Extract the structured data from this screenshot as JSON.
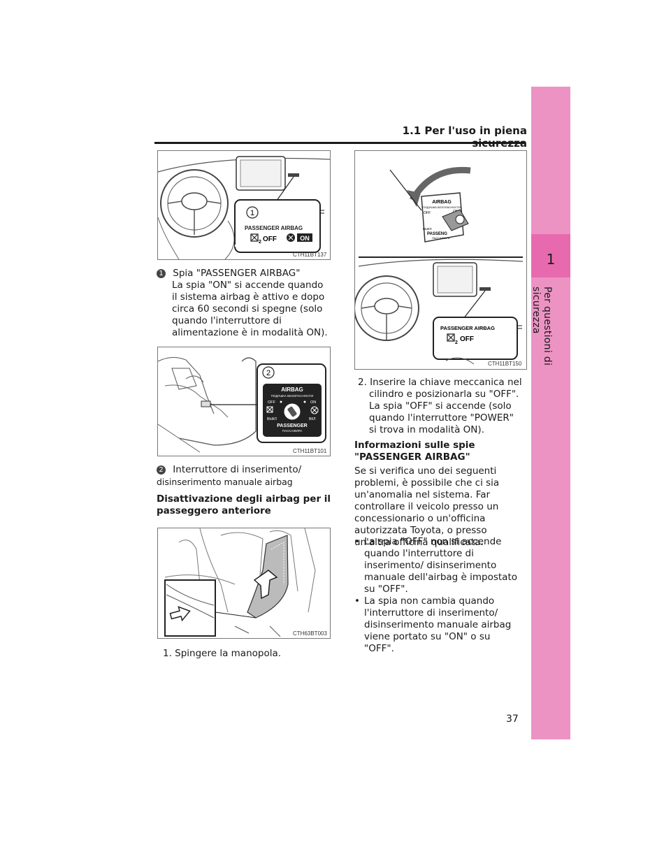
{
  "header": {
    "section": "1.1  Per l'uso in piena sicurezza"
  },
  "side_tab": {
    "chapter_number": "1",
    "chapter_title": "Per questioni di sicurezza"
  },
  "figures": {
    "fig1": {
      "code": "CTH11BT137",
      "callout": "1",
      "indicator_label": "PASSENGER AIRBAG",
      "off_text": "OFF",
      "on_text": "ON"
    },
    "fig2": {
      "code": "CTH11BT101",
      "callout": "2",
      "panel_title": "AIRBAG",
      "panel_subtitle": "ПОДУШКА БЕЗОПАСНОСТИ",
      "off": "OFF",
      "on": "ON",
      "vykl": "ВЫКЛ",
      "vkl": "ВКЛ",
      "passenger": "PASSENGER",
      "passazhira": "ПАССАЖИРА"
    },
    "fig3": {
      "code": "CTH63BT003"
    },
    "fig4": {
      "code": "CTH11BT150",
      "panel_title": "AIRBAG",
      "panel_subtitle": "ПОДУШКА БЕЗОПАСНОСТИ",
      "off": "OFF",
      "on": "ON",
      "vykl": "ВЫКЛ",
      "passenger": "PASSENG",
      "passazhira": "ПАССАЖИРА",
      "indicator_label": "PASSENGER AIRBAG",
      "off_text": "OFF"
    }
  },
  "left_column": {
    "item1_num": "1",
    "item1_title": "Spia \"PASSENGER AIRBAG\"",
    "item1_desc": "La spia \"ON\" si accende quando il sistema airbag è attivo e dopo circa 60 secondi si spegne (solo quando l'interruttore di alimentazione è in modalità ON).",
    "item2_num": "2",
    "item2_title": "Interruttore di inserimento/",
    "item2_title_cont": "disinserimento manuale airbag",
    "heading": "Disattivazione degli airbag per il passeggero anteriore",
    "step1": "1. Spingere la manopola."
  },
  "right_column": {
    "step2": "2. Inserire la chiave meccanica nel cilindro e posizionarla su \"OFF\".",
    "step2_note": "La spia \"OFF\" si accende (solo quando l'interruttore \"POWER\" si trova in modalità ON).",
    "heading": "Informazioni sulle spie \"PASSENGER AIRBAG\"",
    "intro": "Se si verifica uno dei seguenti problemi, è possibile che ci sia un'anomalia nel sistema. Far controllare il veicolo presso un concessionario o un'officina autorizzata Toyota, o presso un'altra officina qualificata.",
    "bullets": [
      "La spia \"OFF\" non si accende quando l'interruttore di inserimento/ disinserimento manuale dell'airbag è impostato su \"OFF\".",
      "La spia non cambia quando l'interruttore di inserimento/ disinserimento manuale airbag viene portato su \"ON\" o su \"OFF\"."
    ]
  },
  "footer": {
    "page_number": "37"
  }
}
